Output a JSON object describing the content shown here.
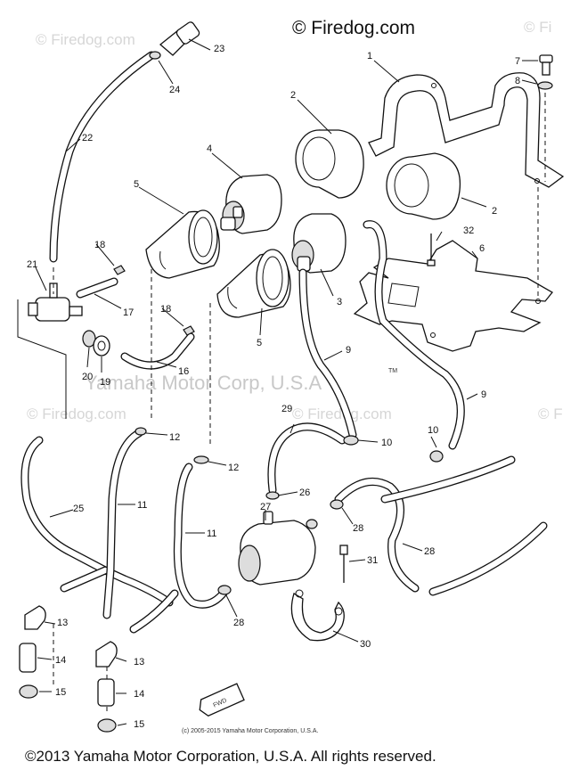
{
  "header": {
    "brand_watermark": "© Firedog.com"
  },
  "watermarks": {
    "center": "Yamaha Motor Corp, U.S.A",
    "trademark": "TM",
    "tiles": [
      "© Firedog.com",
      "© Fi",
      "© Firedog.com",
      "© Firedog.com",
      "© F"
    ]
  },
  "callouts": {
    "c1": "1",
    "c2a": "2",
    "c2b": "2",
    "c3": "3",
    "c4": "4",
    "c5a": "5",
    "c5b": "5",
    "c6": "6",
    "c7": "7",
    "c8": "8",
    "c9a": "9",
    "c9b": "9",
    "c10a": "10",
    "c10b": "10",
    "c11a": "11",
    "c11b": "11",
    "c12a": "12",
    "c12b": "12",
    "c13a": "13",
    "c13b": "13",
    "c14a": "14",
    "c14b": "14",
    "c15a": "15",
    "c15b": "15",
    "c16": "16",
    "c17": "17",
    "c18a": "18",
    "c18b": "18",
    "c19": "19",
    "c20": "20",
    "c21": "21",
    "c22": "22",
    "c23": "23",
    "c24": "24",
    "c25": "25",
    "c26": "26",
    "c27": "27",
    "c28a": "28",
    "c28b": "28",
    "c28c": "28",
    "c29": "29",
    "c30": "30",
    "c31": "31",
    "c32": "32"
  },
  "fwd_marker": "FWD",
  "diagram_copyright": "(c) 2005-2015 Yamaha Motor Corporation, U.S.A.",
  "footer": {
    "copyright": "©2013 Yamaha Motor Corporation, U.S.A. All rights reserved."
  }
}
